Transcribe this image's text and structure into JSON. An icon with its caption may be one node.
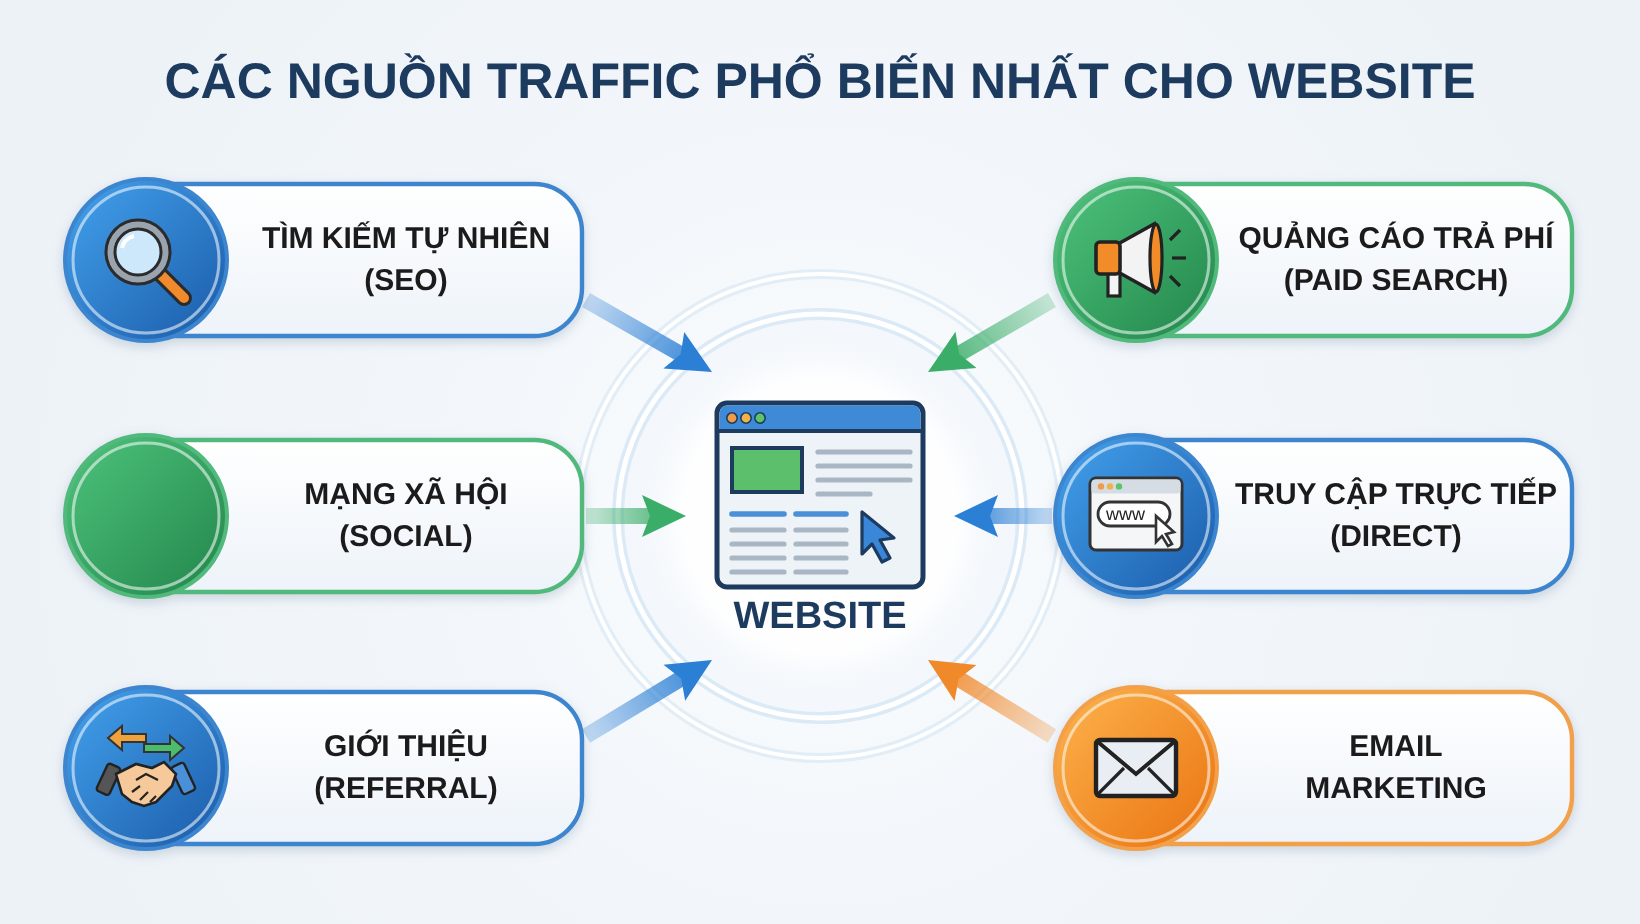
{
  "diagram": {
    "title": "CÁC NGUỒN TRAFFIC PHỔ BIẾN NHẤT CHO WEBSITE",
    "nodes": [
      {
        "text": [
          "TÌM KIẾM TỰ NHIÊN (SEO)"
        ]
      },
      {
        "text": [
          "QUẢNG CÁO TRẢ PHÍ (PAID SEARCH)"
        ]
      },
      {
        "text": [
          "MẠNG XÃ HỘI (SOCIAL)"
        ]
      },
      {
        "text": [
          "WEBSITE"
        ]
      },
      {
        "text": [
          "TRUY CẬP TRỰC TIẾP (DIRECT)"
        ]
      },
      {
        "text": [
          "GIỚI THIỆU (REFERRAL)"
        ]
      },
      {
        "text": [
          "EMAIL MARKETING"
        ]
      }
    ],
    "edges": [
      {
        "from": 0,
        "to": 3,
        "arrow": "to"
      },
      {
        "from": 1,
        "to": 3,
        "arrow": "to",
        "color": "#3aad68"
      },
      {
        "from": 2,
        "to": 3,
        "arrow": "to",
        "color": "#3aad68"
      },
      {
        "from": 4,
        "to": 3,
        "arrow": "to"
      },
      {
        "from": 5,
        "to": 3,
        "arrow": "to"
      },
      {
        "from": 6,
        "to": 3,
        "arrow": "to",
        "color": "#f0892a"
      }
    ],
    "labels": [
      "www"
    ]
  }
}
